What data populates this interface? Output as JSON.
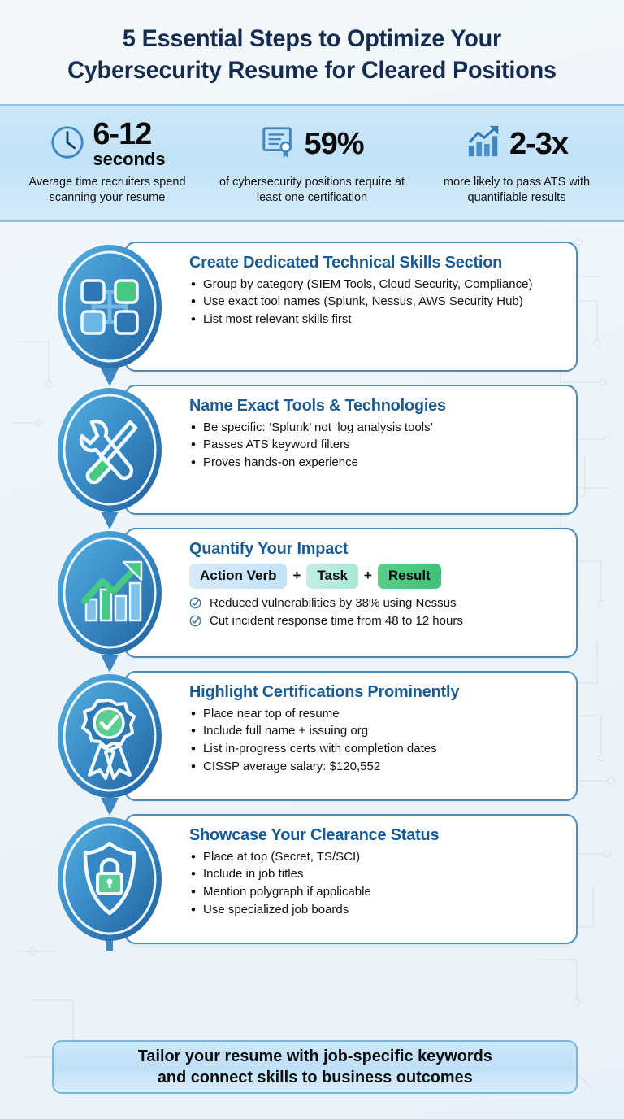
{
  "header": {
    "title_line1": "5 Essential Steps to Optimize Your",
    "title_line2": "Cybersecurity Resume for Cleared Positions"
  },
  "colors": {
    "title_navy": "#152c51",
    "step_title_blue": "#1a5a93",
    "stat_band": "#c6e4f8",
    "accent_green": "#41c077",
    "card_border": "#4a8cbe"
  },
  "stats": [
    {
      "icon": "clock-icon",
      "number": "6-12",
      "unit": "seconds",
      "description": "Average time recruiters spend scanning your resume"
    },
    {
      "icon": "certificate-icon",
      "number": "59%",
      "unit": "",
      "description": "of cybersecurity positions require at least one certification"
    },
    {
      "icon": "growth-chart-icon",
      "number": "2-3x",
      "unit": "",
      "description": "more likely to pass ATS with quantifiable results"
    }
  ],
  "steps": [
    {
      "icon": "network-grid-icon",
      "title": "Create Dedicated Technical Skills Section",
      "bullets": [
        "Group by category (SIEM Tools, Cloud Security, Compliance)",
        "Use exact tool names (Splunk, Nessus, AWS Security Hub)",
        "List most relevant skills first"
      ]
    },
    {
      "icon": "wrench-screwdriver-icon",
      "title": "Name Exact Tools & Technologies",
      "bullets": [
        "Be specific: ‘Splunk’ not ‘log analysis tools’",
        "Passes ATS keyword filters",
        "Proves hands-on experience"
      ]
    },
    {
      "icon": "growth-arrow-icon",
      "title": "Quantify Your Impact",
      "formula": {
        "part1": "Action Verb",
        "operator1": "+",
        "part2": "Task",
        "operator2": "+",
        "part3": "Result"
      },
      "checks": [
        "Reduced vulnerabilities by 38% using Nessus",
        "Cut incident response time from 48 to 12 hours"
      ]
    },
    {
      "icon": "award-ribbon-icon",
      "title": "Highlight Certifications Prominently",
      "bullets": [
        "Place near top of resume",
        "Include full name + issuing org",
        "List in-progress certs with completion dates",
        "CISSP average salary: $120,552"
      ]
    },
    {
      "icon": "shield-lock-icon",
      "title": "Showcase Your Clearance Status",
      "bullets": [
        "Place at top (Secret, TS/SCI)",
        "Include in job titles",
        "Mention polygraph if applicable",
        "Use specialized job boards"
      ]
    }
  ],
  "footer": {
    "line1": "Tailor your resume with job-specific keywords",
    "line2": "and connect skills to business outcomes"
  }
}
